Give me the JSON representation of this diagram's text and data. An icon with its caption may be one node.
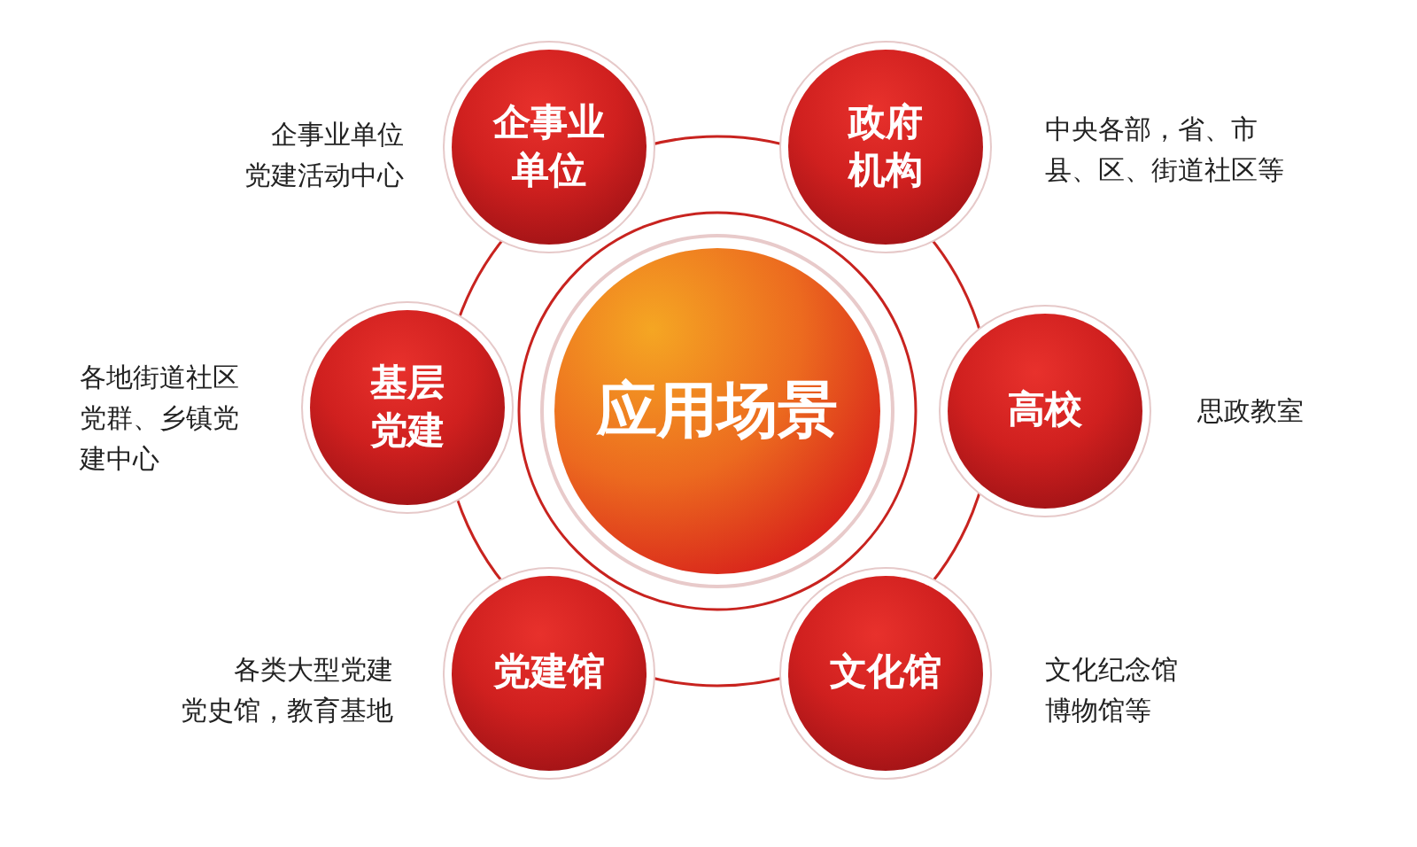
{
  "diagram": {
    "nodes": [
      {
        "text": [
          "企事业单位"
        ],
        "beside": [
          "企事业单位党建活动中心"
        ]
      },
      {
        "text": [
          "政府机构"
        ],
        "beside": [
          "中央各部，省、市县、区、街道社区等"
        ]
      },
      {
        "text": [
          "基层党建"
        ],
        "beside": [
          "各地街道社区党群、乡镇党建中心"
        ]
      },
      {
        "text": [
          "应用场景"
        ]
      },
      {
        "text": [
          "高校"
        ],
        "beside": [
          "思政教室"
        ]
      },
      {
        "text": [
          "党建馆"
        ],
        "beside": [
          "各类大型党建党史馆，教育基地"
        ]
      },
      {
        "text": [
          "文化馆"
        ],
        "beside": [
          "文化纪念馆博物馆等"
        ]
      }
    ],
    "edges": []
  }
}
